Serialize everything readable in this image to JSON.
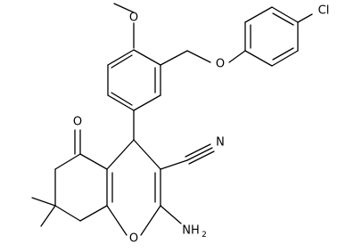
{
  "atoms": {
    "methoxy_o": "O",
    "ether_o": "O",
    "chlorine": "Cl",
    "nitrile_n": "N",
    "ketone_o": "O",
    "ring_o": "O",
    "amine": "NH",
    "amine_subscript": "2"
  },
  "colors": {
    "bond": "#000000",
    "label": "#000000",
    "background": "#ffffff"
  }
}
